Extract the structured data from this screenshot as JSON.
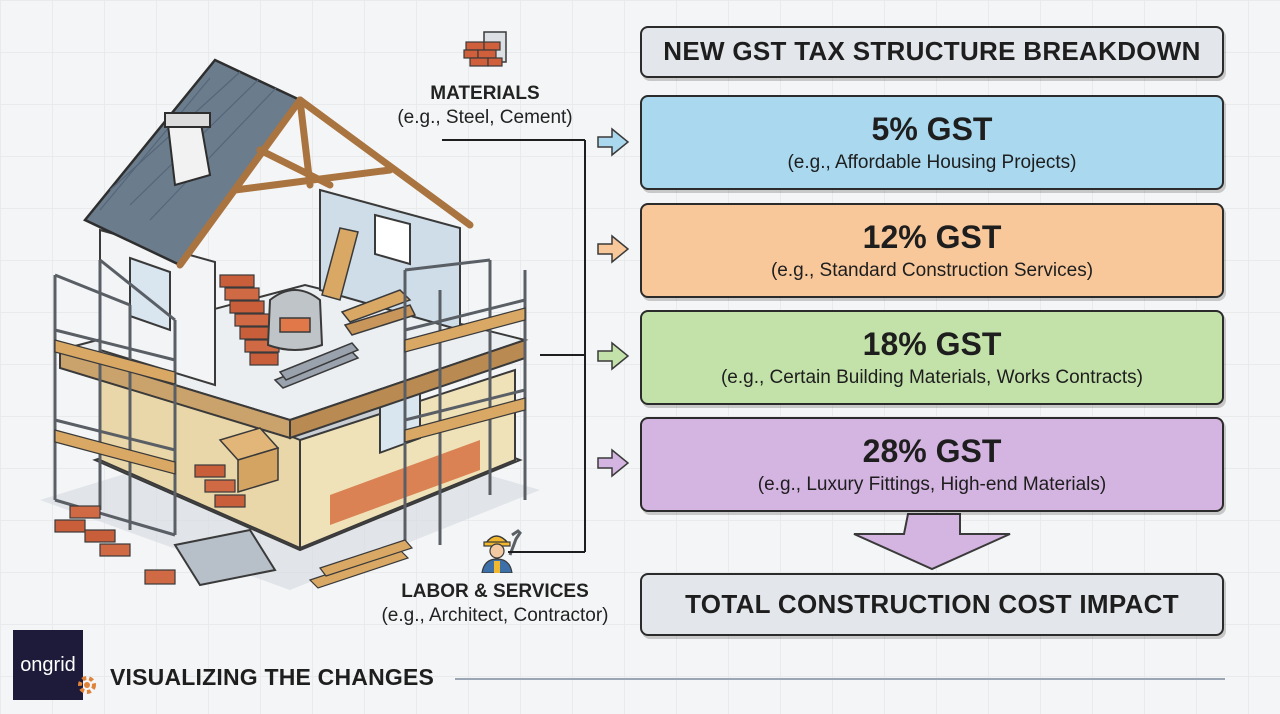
{
  "diagram": {
    "title": "NEW GST TAX STRUCTURE BREAKDOWN",
    "inputs": {
      "materials": {
        "title": "MATERIALS",
        "example": "(e.g., Steel, Cement)",
        "icon": "bricks-icon"
      },
      "labor": {
        "title": "LABOR & SERVICES",
        "example": "(e.g., Architect, Contractor)",
        "icon": "worker-icon"
      }
    },
    "tiers": [
      {
        "rate": "5% GST",
        "example": "(e.g., Affordable Housing Projects)",
        "color": "#a9d8ef"
      },
      {
        "rate": "12% GST",
        "example": "(e.g., Standard Construction Services)",
        "color": "#f8c89b"
      },
      {
        "rate": "18% GST",
        "example": "(e.g., Certain Building Materials, Works Contracts)",
        "color": "#c3e2a9"
      },
      {
        "rate": "28% GST",
        "example": "(e.g., Luxury Fittings, High-end Materials)",
        "color": "#d4b4e0"
      }
    ],
    "result": "TOTAL CONSTRUCTION COST IMPACT",
    "footer": "VISUALIZING THE CHANGES",
    "logo_text": "ongrid",
    "illustration": "house-under-construction-illustration"
  }
}
